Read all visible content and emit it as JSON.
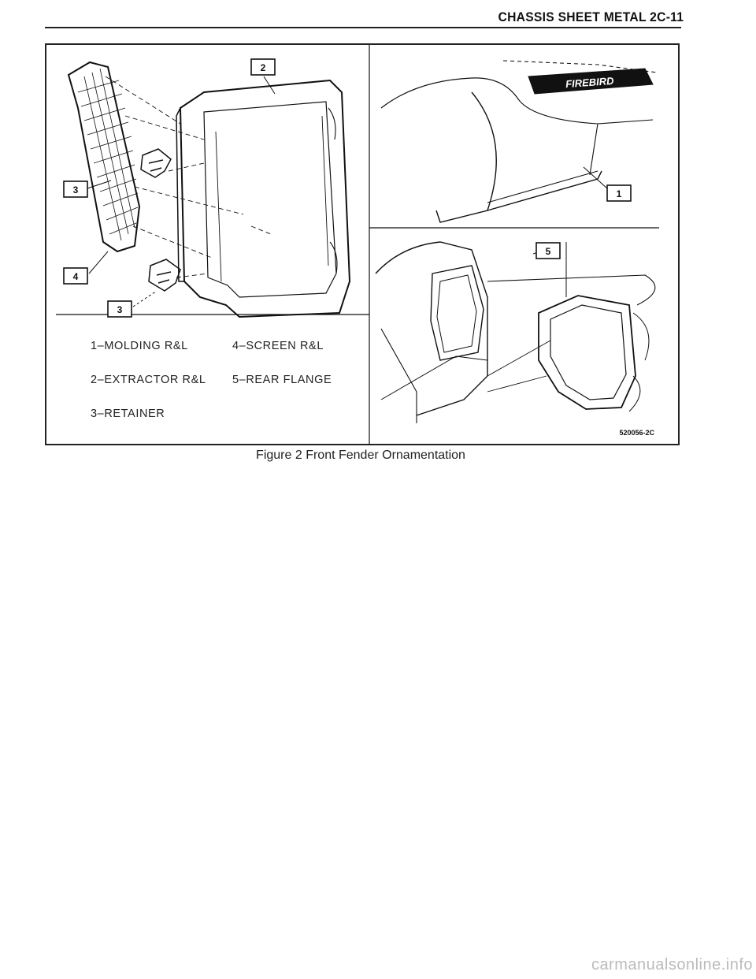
{
  "header": {
    "title": "CHASSIS SHEET METAL 2C-11"
  },
  "figure": {
    "caption": "Figure 2 Front Fender Ornamentation",
    "image_code": "520056-2C",
    "emblem_text": "FIREBIRD",
    "callouts": [
      "2",
      "3",
      "4",
      "3",
      "1",
      "5"
    ],
    "legend": [
      "1–MOLDING R&L",
      "4–SCREEN R&L",
      "2–EXTRACTOR R&L",
      "5–REAR FLANGE",
      "3–RETAINER"
    ]
  },
  "footer": {
    "watermark": "carmanualsonline.info"
  }
}
